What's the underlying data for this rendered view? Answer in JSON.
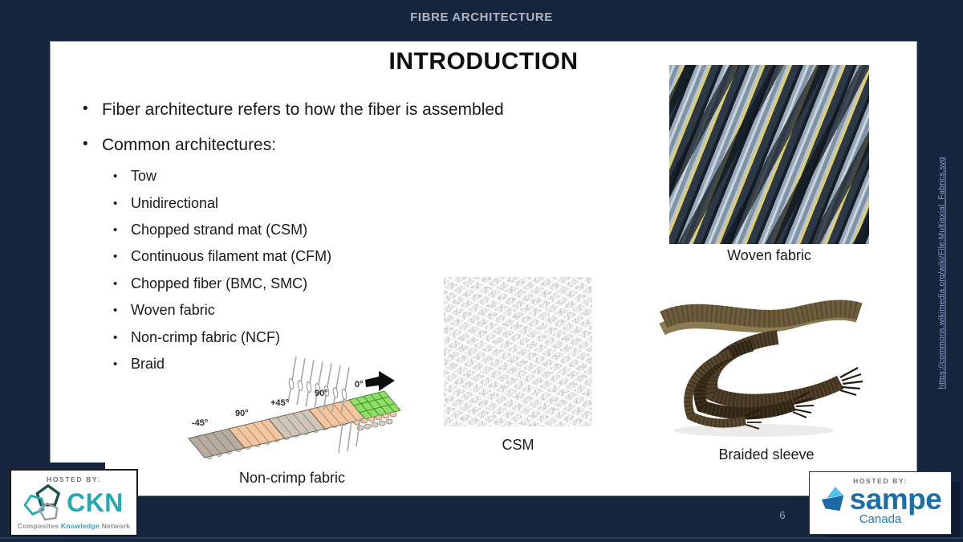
{
  "header": {
    "label": "FIBRE ARCHITECTURE"
  },
  "slide": {
    "title": "INTRODUCTION",
    "bullet_1": "Fiber architecture refers to how the fiber is assembled",
    "bullet_2": "Common architectures:",
    "sub_bullets": [
      "Tow",
      "Unidirectional",
      "Chopped strand mat (CSM)",
      "Continuous filament mat (CFM)",
      "Chopped fiber (BMC, SMC)",
      "Woven fabric",
      "Non-crimp fabric (NCF)",
      "Braid"
    ],
    "captions": {
      "woven": "Woven fabric",
      "csm": "CSM",
      "braided": "Braided sleeve",
      "ncf": "Non-crimp fabric"
    },
    "ncf_labels": [
      "-45°",
      "90°",
      "+45°",
      "90°",
      "0°"
    ],
    "page_number": "6"
  },
  "source_link": {
    "text": "https://commons.wikimedia.org/wiki/File:Multiaxial_Fabrics.svg"
  },
  "logos": {
    "ckn": {
      "hosted_by": "HOSTED BY:",
      "acronym": "CKN",
      "words": [
        "Composites",
        "Knowledge",
        "Network"
      ]
    },
    "sampe": {
      "hosted_by": "HOSTED BY:",
      "wordmark": "sampe",
      "region": "Canada"
    }
  },
  "colors": {
    "background_navy": "#15253E",
    "accent_teal": "#25A8B5",
    "sampe_blue": "#1B6FA8",
    "link_blue": "#8EA6C9"
  }
}
